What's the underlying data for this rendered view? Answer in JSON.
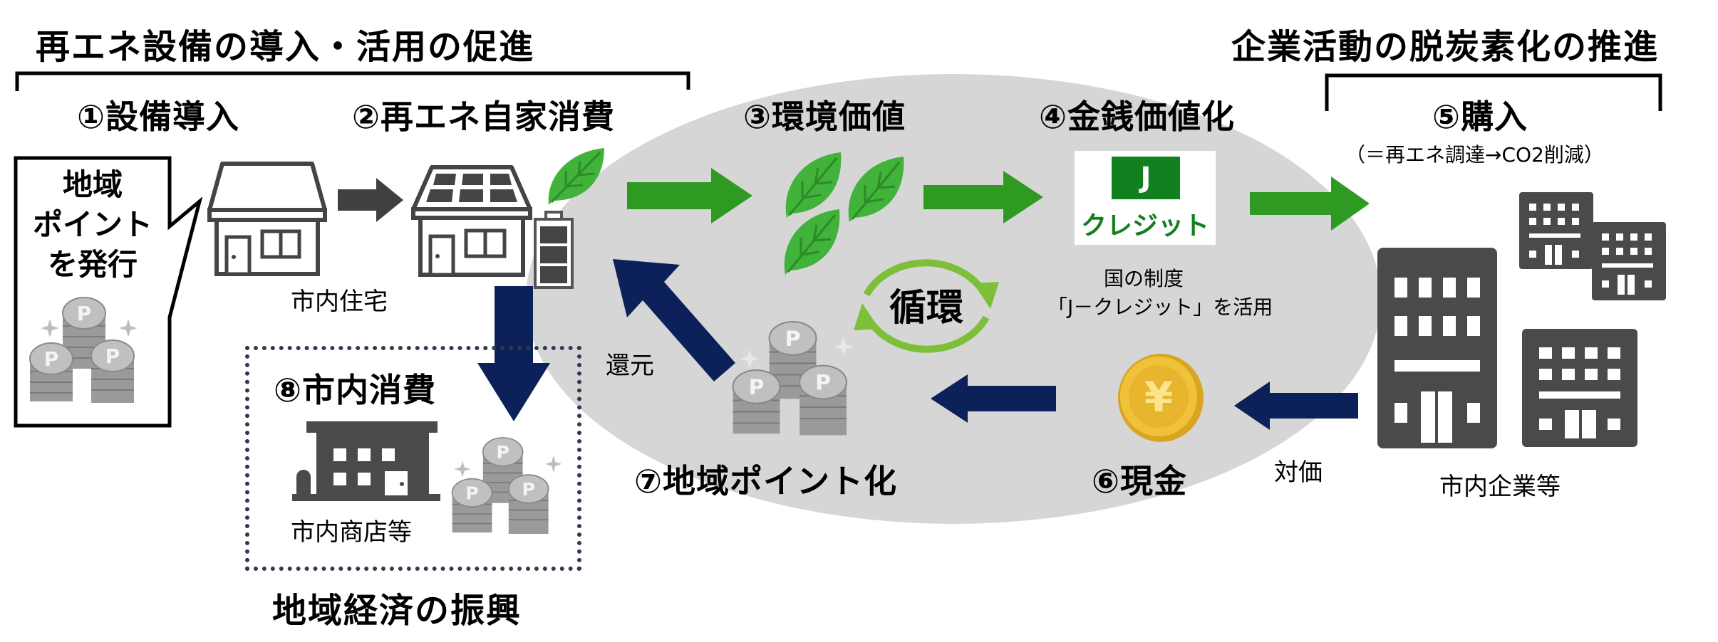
{
  "headers": {
    "left_title": "再エネ設備の導入・活用の促進",
    "right_title": "企業活動の脱炭素化の推進",
    "bottom_title": "地域経済の振興"
  },
  "steps": [
    {
      "num": "①",
      "label": "設備導入"
    },
    {
      "num": "②",
      "label": "再エネ自家消費"
    },
    {
      "num": "③",
      "label": "環境価値"
    },
    {
      "num": "④",
      "label": "金銭価値化"
    },
    {
      "num": "⑤",
      "label": "購入"
    },
    {
      "num": "⑥",
      "label": "現金"
    },
    {
      "num": "⑦",
      "label": "地域ポイント化"
    },
    {
      "num": "⑧",
      "label": "市内消費"
    }
  ],
  "purchase_note": "（＝再エネ調達→CO2削減）",
  "callout": {
    "lines": [
      "地域",
      "ポイント",
      "を発行"
    ]
  },
  "captions": {
    "homes": "市内住宅",
    "companies": "市内企業等",
    "shops": "市内商店等",
    "return": "還元",
    "consideration": "対価",
    "cycle": "循環",
    "jcredit_note_line1": "国の制度",
    "jcredit_note_line2": "「J－クレジット」を活用"
  },
  "jcredit_logo": {
    "letter": "J",
    "text": "クレジット"
  },
  "icons": {
    "coin_symbol": "P",
    "yen_symbol": "¥"
  },
  "colors": {
    "green_arrow": "#2e9a22",
    "navy_arrow": "#0c2159",
    "dark_arrow": "#404040",
    "ellipse": "#d6d6d6",
    "building": "#4a4a4a",
    "jcredit_green": "#11801f",
    "leaf": "#41b23a",
    "gold": "#f0c23a"
  }
}
